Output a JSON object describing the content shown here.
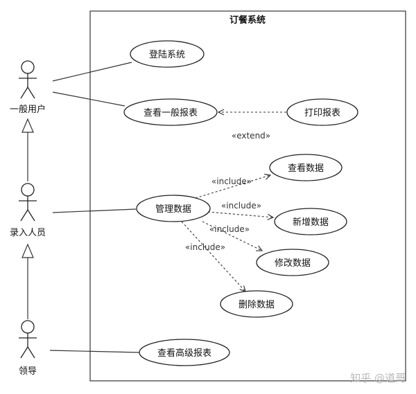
{
  "system": {
    "title": "订餐系统"
  },
  "actors": {
    "general_user": "一般用户",
    "data_entry": "录入人员",
    "leader": "领导"
  },
  "use_cases": {
    "login": "登陆系统",
    "view_report": "查看一般报表",
    "print_report": "打印报表",
    "manage_data": "管理数据",
    "view_data": "查看数据",
    "add_data": "新增数据",
    "edit_data": "修改数据",
    "delete_data": "删除数据",
    "view_advanced_report": "查看高级报表"
  },
  "relations": {
    "extend": "«extend»",
    "include": "«include»"
  },
  "watermark": "知乎 @道哥"
}
